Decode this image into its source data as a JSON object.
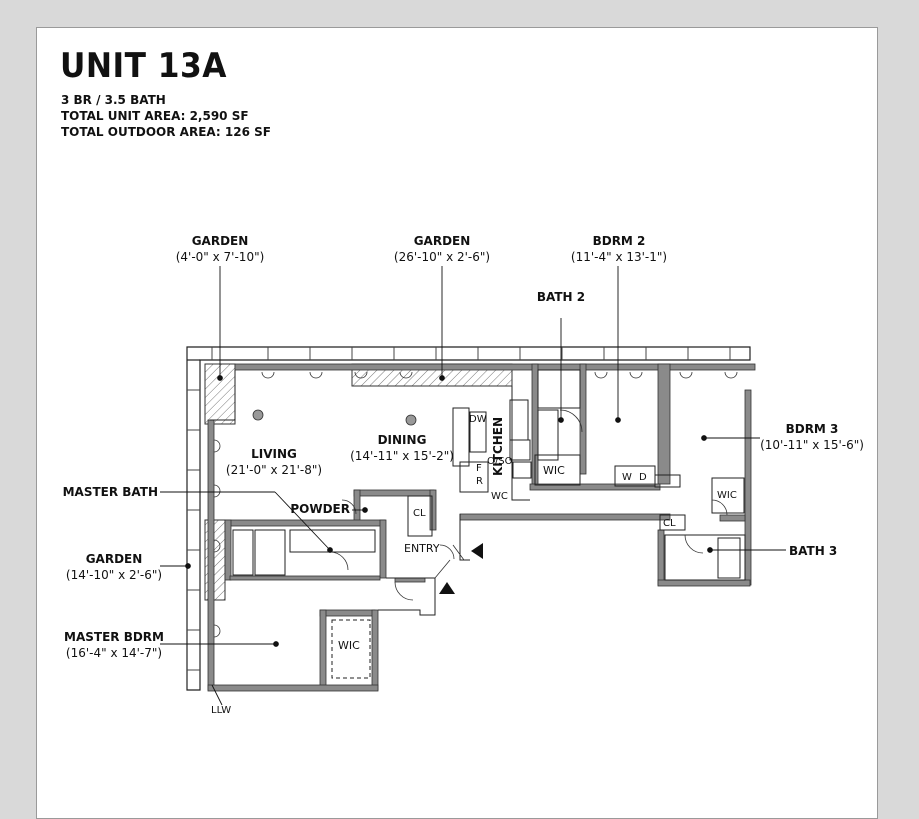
{
  "unit": {
    "title": "UNIT 13A",
    "bedrooms_baths": "3 BR / 3.5 BATH",
    "total_unit_area": "TOTAL UNIT AREA: 2,590 SF",
    "total_outdoor_area": "TOTAL OUTDOOR AREA: 126 SF"
  },
  "rooms": {
    "garden_west_top": {
      "name": "GARDEN",
      "dims": "(4'-0\" x 7'-10\")"
    },
    "garden_north": {
      "name": "GARDEN",
      "dims": "(26'-10\" x 2'-6\")"
    },
    "bdrm2": {
      "name": "BDRM 2",
      "dims": "(11'-4\" x 13'-1\")"
    },
    "bath2": {
      "name": "BATH 2"
    },
    "bdrm3": {
      "name": "BDRM 3",
      "dims": "(10'-11\" x 15'-6\")"
    },
    "living": {
      "name": "LIVING",
      "dims": "(21'-0\" x 21'-8\")"
    },
    "dining": {
      "name": "DINING",
      "dims": "(14'-11\" x 15'-2\")"
    },
    "kitchen": {
      "name": "KITCHEN"
    },
    "master_bath": {
      "name": "MASTER BATH"
    },
    "powder": {
      "name": "POWDER"
    },
    "garden_west": {
      "name": "GARDEN",
      "dims": "(14'-10\" x 2'-6\")"
    },
    "master_bdrm": {
      "name": "MASTER BDRM",
      "dims": "(16'-4\" x 14'-7\")"
    },
    "bath3": {
      "name": "BATH 3"
    },
    "entry": {
      "name": "ENTRY"
    }
  },
  "fixtures": {
    "dw": "DW",
    "f": "F",
    "r": "R",
    "oven": "O/SO",
    "wc": "WC",
    "wic": "WIC",
    "washer": "W",
    "dryer": "D",
    "cl": "CL",
    "llw": "LLW"
  },
  "colors": {
    "wall": "#8a8a8a",
    "hatch": "#666666",
    "line": "#222222"
  }
}
